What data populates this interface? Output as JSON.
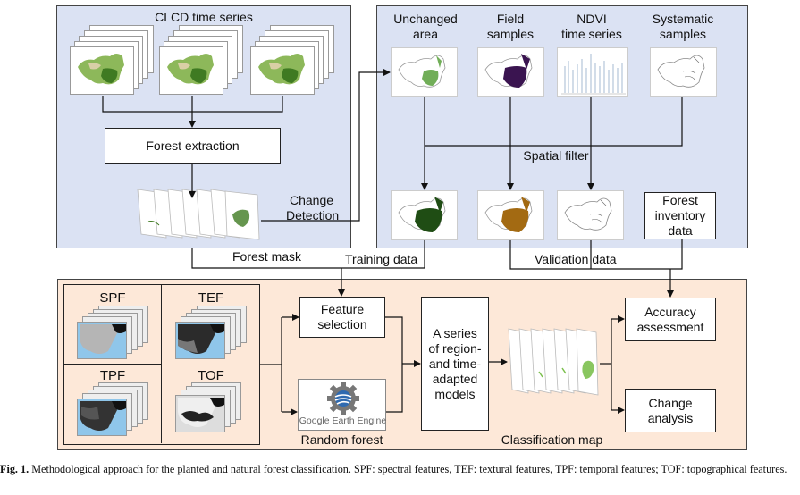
{
  "figure": {
    "top_left_panel": {
      "title": "CLCD time series",
      "process_box": "Forest extraction",
      "change_label_line1": "Change",
      "change_label_line2": "Detection"
    },
    "top_right_panel": {
      "sources": [
        {
          "line1": "Unchanged",
          "line2": "area"
        },
        {
          "line1": "Field",
          "line2": "samples"
        },
        {
          "line1": "NDVI",
          "line2": "time series"
        },
        {
          "line1": "Systematic",
          "line2": "samples"
        }
      ],
      "filter_label": "Spatial filter",
      "inventory_box": {
        "line1": "Forest",
        "line2": "inventory",
        "line3": "data"
      }
    },
    "connector_labels": {
      "forest_mask": "Forest mask",
      "training_data": "Training data",
      "validation_data": "Validation data"
    },
    "bottom_panel": {
      "feature_sets": [
        "SPF",
        "TEF",
        "TPF",
        "TOF"
      ],
      "feature_selection": {
        "line1": "Feature",
        "line2": "selection"
      },
      "gee_logo_text": {
        "google": "Google",
        "earth_engine": " Earth Engine"
      },
      "random_forest": "Random forest",
      "models_box": [
        "A series",
        "of region-",
        "and time-",
        "adapted",
        "models"
      ],
      "classification_map": "Classification map",
      "accuracy_box": {
        "line1": "Accuracy",
        "line2": "assessment"
      },
      "change_box": {
        "line1": "Change",
        "line2": "analysis"
      }
    },
    "colors": {
      "panel_blue": "#dbe2f3",
      "panel_peach": "#fde8d8",
      "forest_green": "#2e6b1e",
      "field_purple": "#3a1450",
      "field_brown": "#a36a12"
    }
  },
  "caption": {
    "label": "Fig. 1.",
    "text": " Methodological approach for the planted and natural forest classification. SPF: spectral features, TEF: textural features, TPF: temporal features; TOF: topographical features."
  }
}
